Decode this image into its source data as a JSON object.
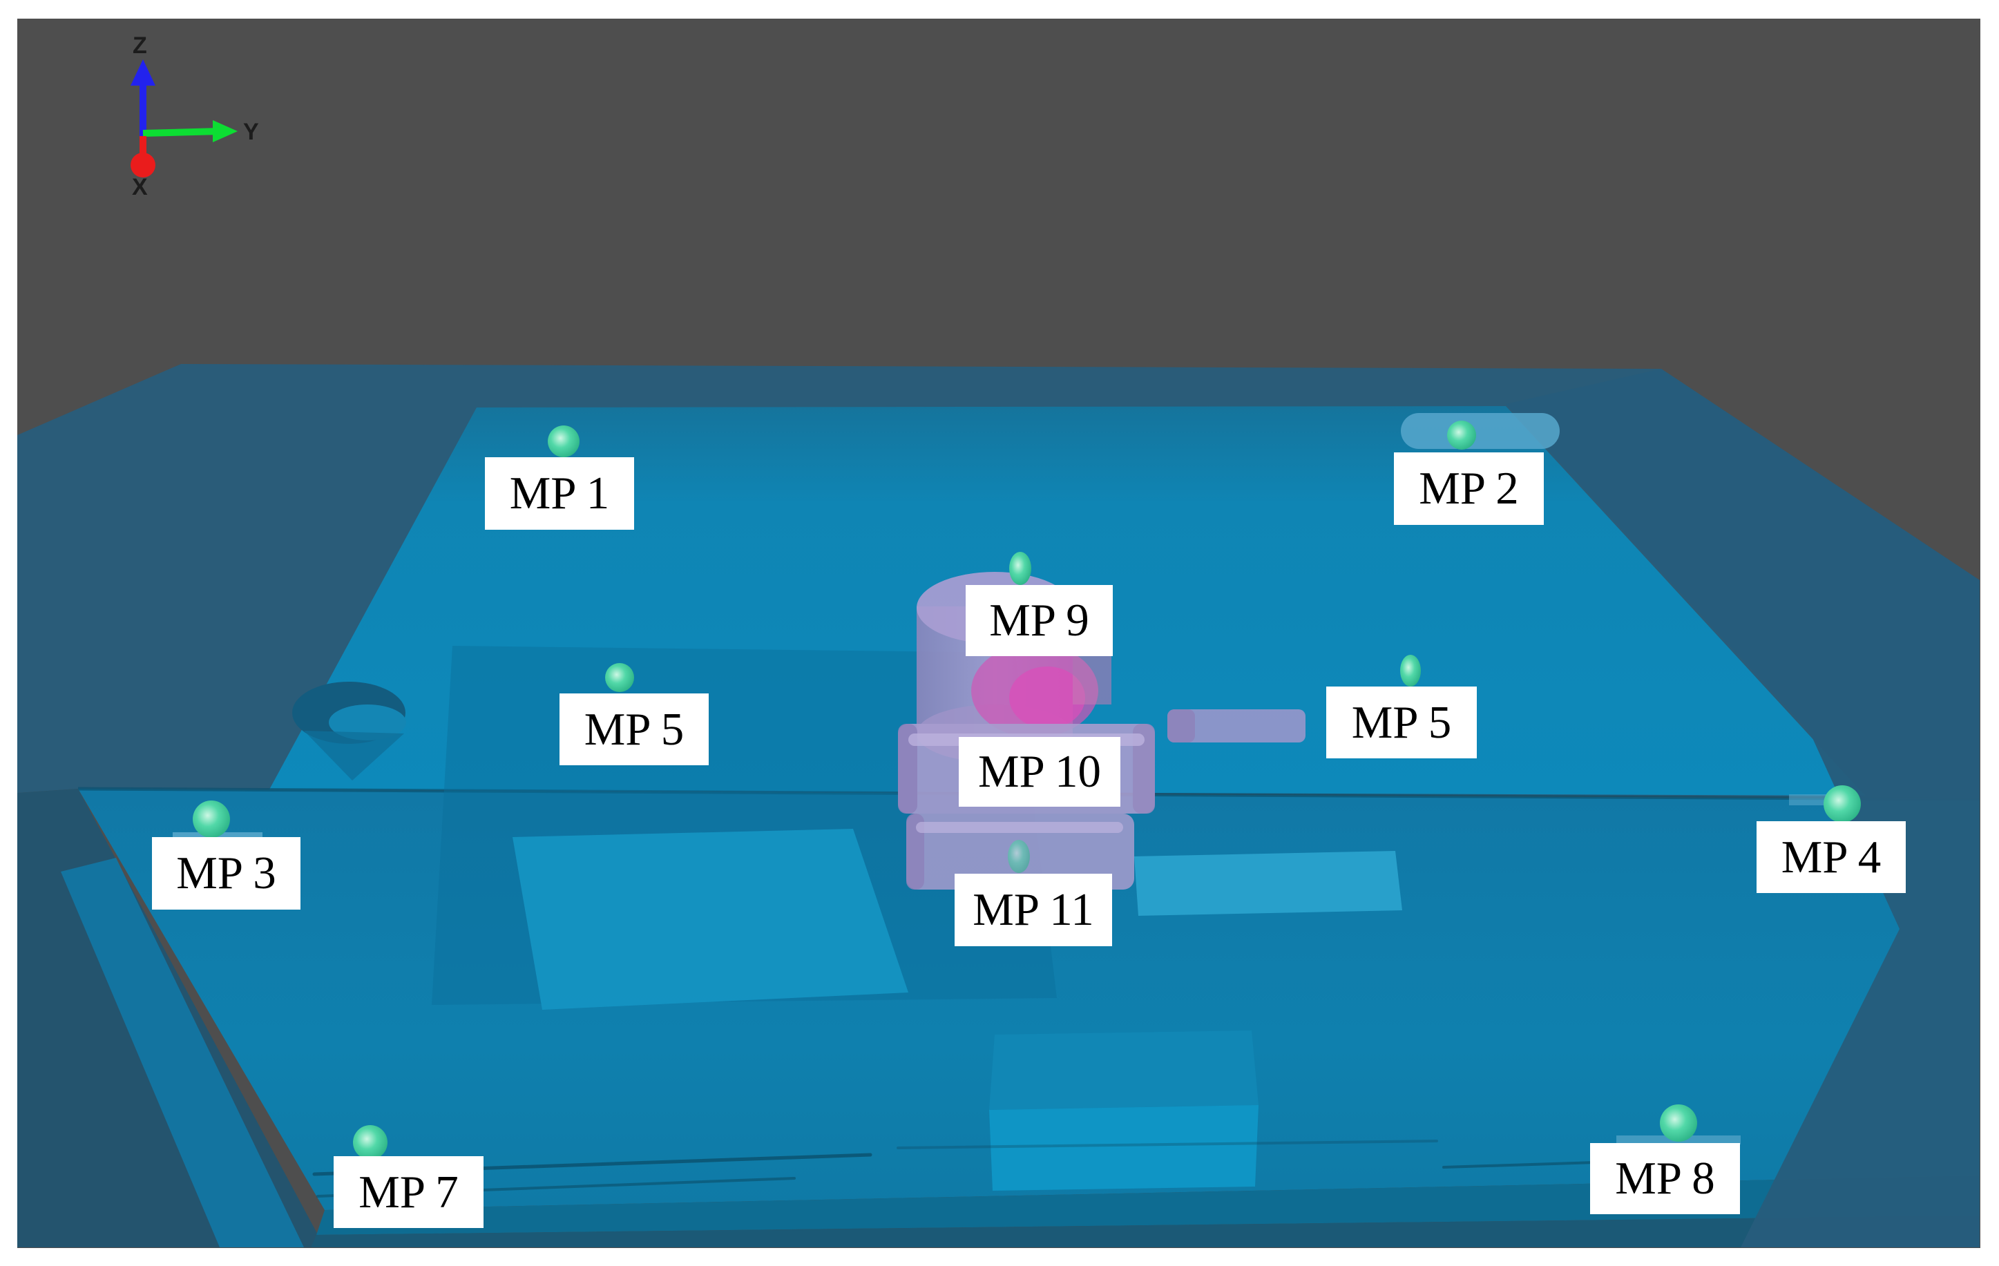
{
  "figure": {
    "description": "3D simulation viewport of a translucent teal machine housing with internal pink/lavender cylinders, annotated with green spherical measurement point markers"
  },
  "axis_triad": {
    "up": "Z",
    "right": "Y",
    "toward_viewer": "X"
  },
  "measurement_labels": [
    {
      "id": "mp-1",
      "text": "MP 1"
    },
    {
      "id": "mp-2",
      "text": "MP 2"
    },
    {
      "id": "mp-3",
      "text": "MP 3"
    },
    {
      "id": "mp-4",
      "text": "MP 4"
    },
    {
      "id": "mp-5-left",
      "text": "MP 5"
    },
    {
      "id": "mp-5-right",
      "text": "MP 5"
    },
    {
      "id": "mp-7",
      "text": "MP 7"
    },
    {
      "id": "mp-8",
      "text": "MP 8"
    },
    {
      "id": "mp-9",
      "text": "MP 9"
    },
    {
      "id": "mp-10",
      "text": "MP 10"
    },
    {
      "id": "mp-11",
      "text": "MP 11"
    }
  ],
  "colors": {
    "background_gray": "#4e4e4e",
    "page_margin": "#ffffff",
    "label_bg": "#ffffff",
    "label_text": "#000000",
    "marker_green": "#3fd3a2",
    "box_rim_dark": "#2a5c79",
    "box_top_bright": "#0e86b6",
    "box_front": "#1178a6",
    "machinery_lavender": "#a79cce",
    "machinery_magenta": "#cf58b5",
    "axis_z": "#2222ee",
    "axis_y": "#0ddd33",
    "axis_x": "#ea1c1c"
  }
}
